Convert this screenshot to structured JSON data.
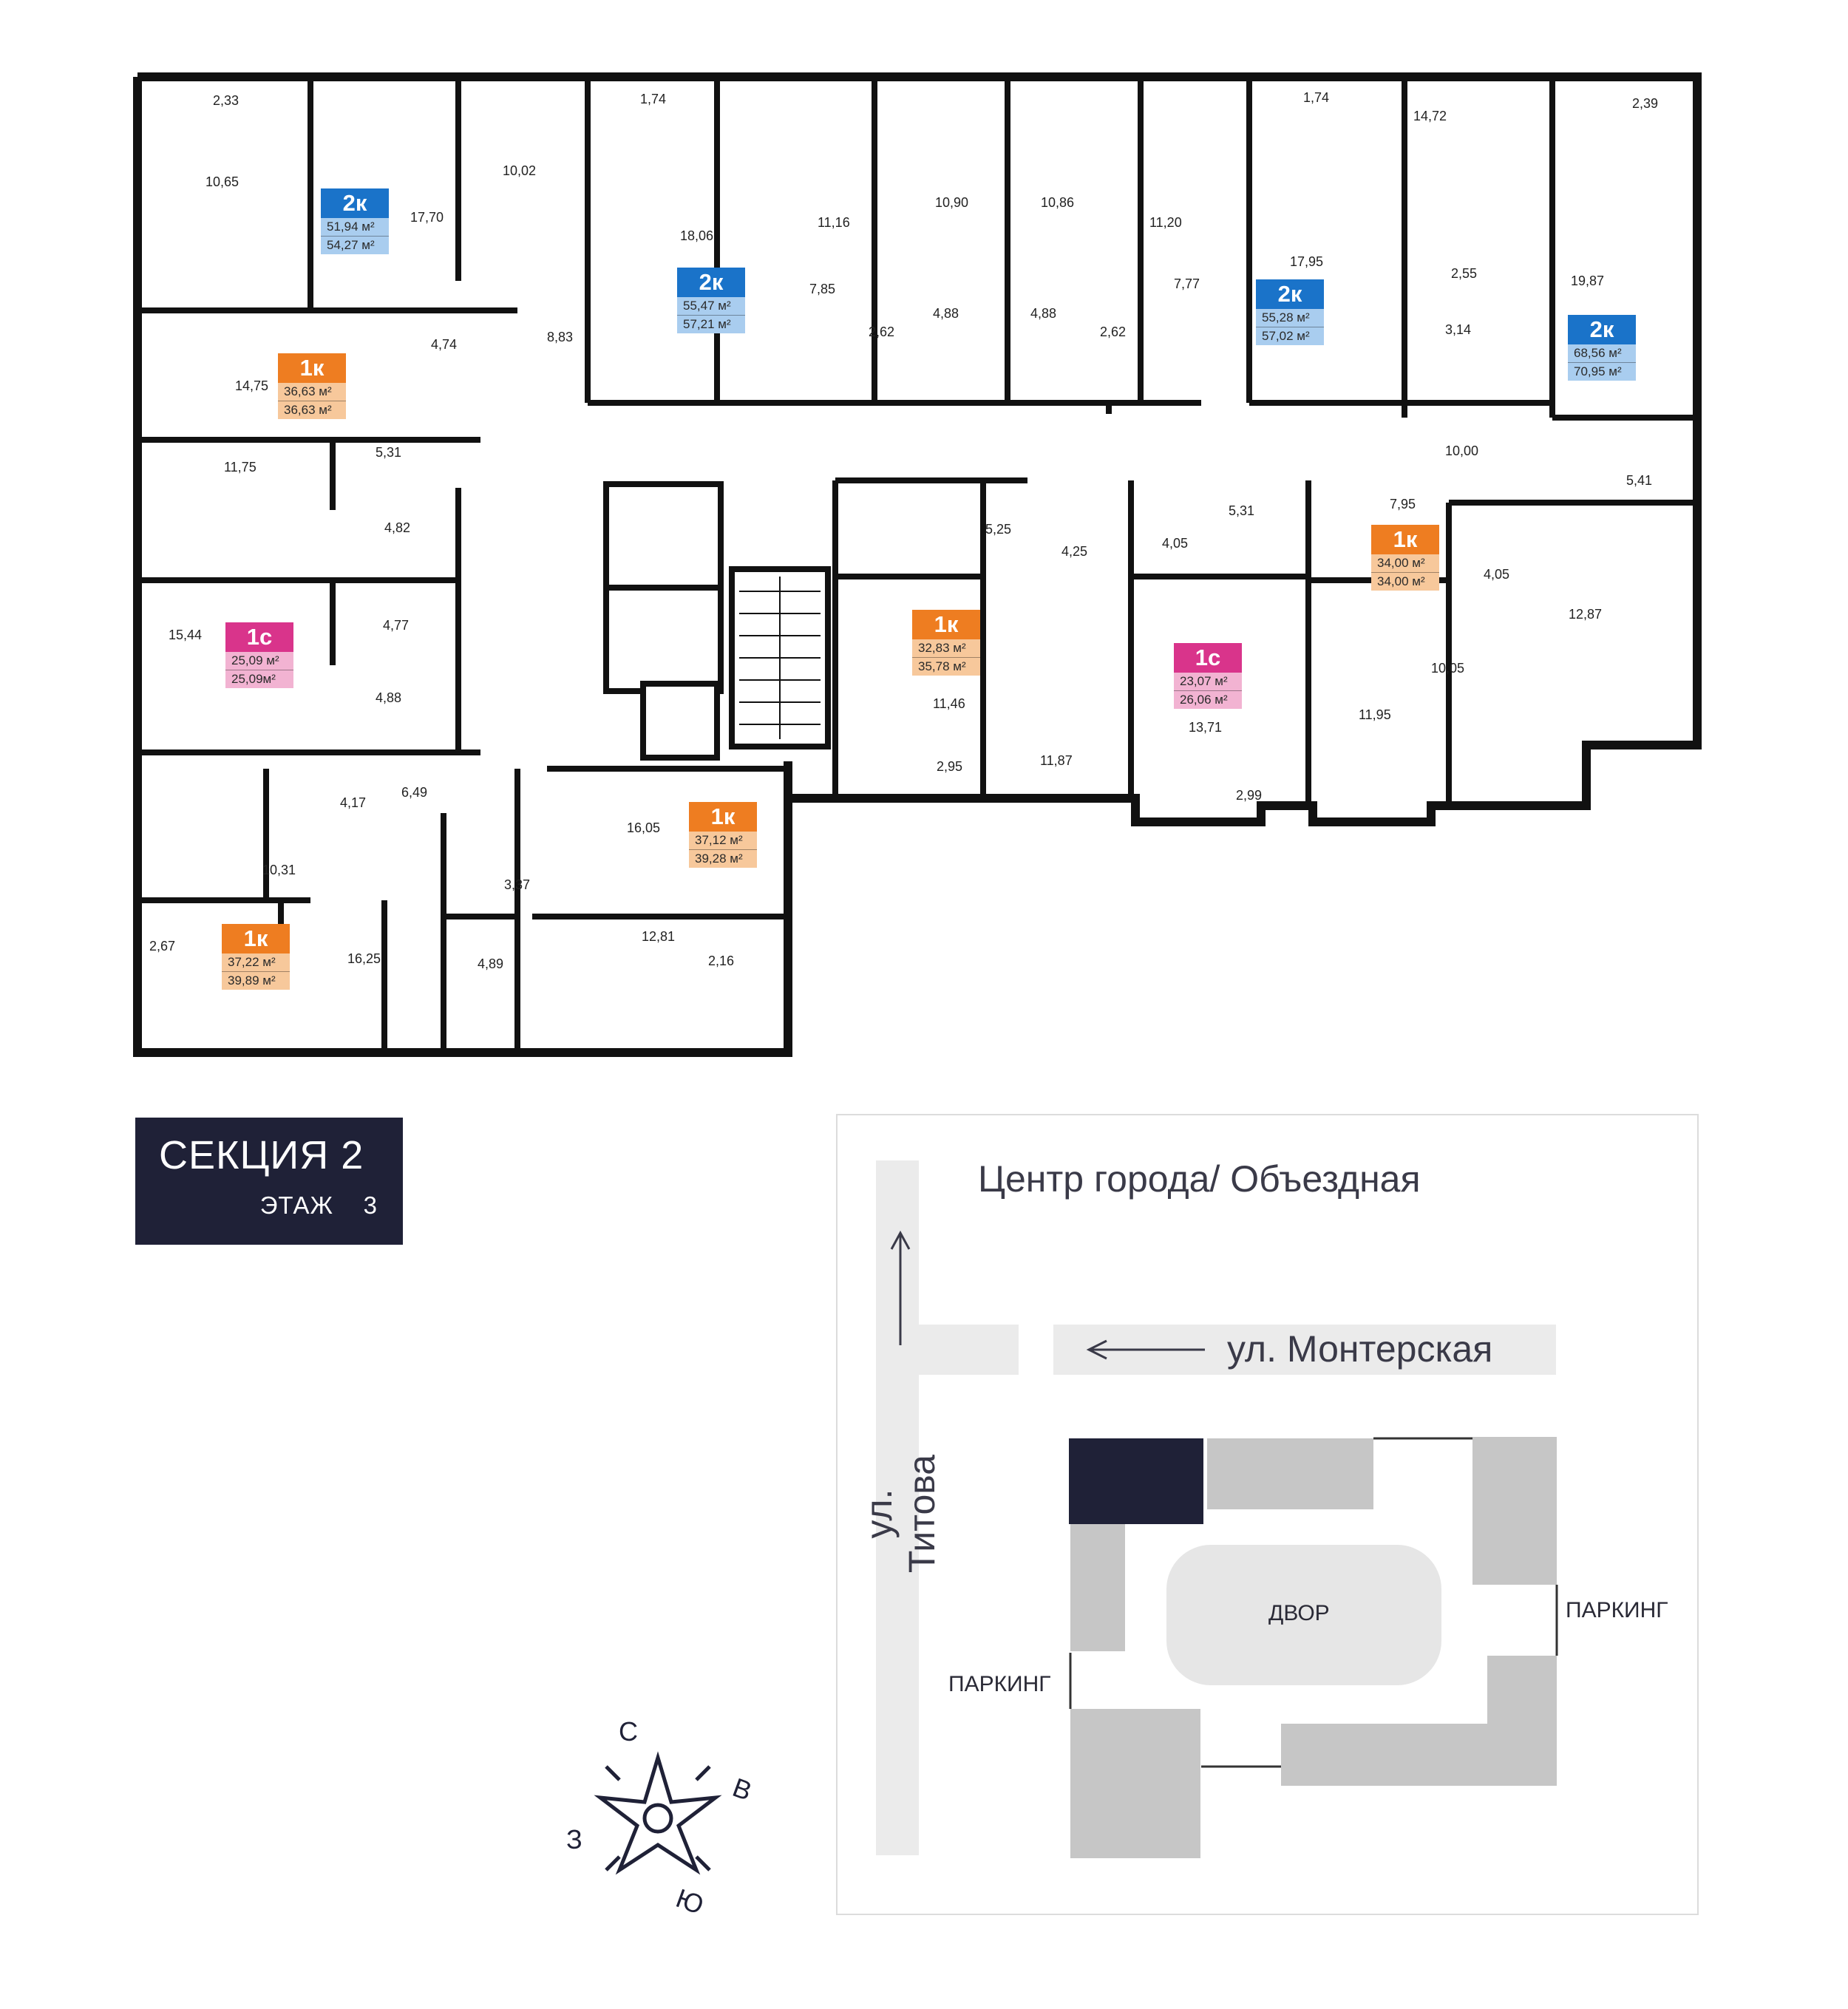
{
  "section": {
    "title": "СЕКЦИЯ 2",
    "floor_label": "ЭТАЖ",
    "floor_number": "3"
  },
  "colors": {
    "two_room": "#1a73c9",
    "two_room_bg": "#a9cdef",
    "one_room": "#ee7d21",
    "one_room_bg": "#f7c89b",
    "studio": "#d9348b",
    "studio_bg": "#f2b3d2",
    "section_bg": "#1f2137",
    "highlight_block": "#1f2137",
    "block_gray": "#c6c6c6",
    "yard": "#e6e6e6"
  },
  "flats": [
    {
      "type": "2к",
      "area": "51,94 м²",
      "total": "54,27 м²",
      "kind": "two_room"
    },
    {
      "type": "2к",
      "area": "55,47 м²",
      "total": "57,21 м²",
      "kind": "two_room"
    },
    {
      "type": "2к",
      "area": "55,28 м²",
      "total": "57,02 м²",
      "kind": "two_room"
    },
    {
      "type": "2к",
      "area": "68,56 м²",
      "total": "70,95 м²",
      "kind": "two_room"
    },
    {
      "type": "1к",
      "area": "36,63 м²",
      "total": "36,63 м²",
      "kind": "one_room"
    },
    {
      "type": "1с",
      "area": "25,09 м²",
      "total": "25,09м²",
      "kind": "studio"
    },
    {
      "type": "1к",
      "area": "37,22 м²",
      "total": "39,89 м²",
      "kind": "one_room"
    },
    {
      "type": "1к",
      "area": "37,12 м²",
      "total": "39,28 м²",
      "kind": "one_room"
    },
    {
      "type": "1к",
      "area": "32,83 м²",
      "total": "35,78 м²",
      "kind": "one_room"
    },
    {
      "type": "1с",
      "area": "23,07 м²",
      "total": "26,06 м²",
      "kind": "studio"
    },
    {
      "type": "1к",
      "area": "34,00 м²",
      "total": "34,00 м²",
      "kind": "one_room"
    }
  ],
  "rooms": [
    "2,33",
    "10,65",
    "17,70",
    "10,02",
    "8,83",
    "4,74",
    "14,75",
    "5,31",
    "11,75",
    "4,82",
    "15,44",
    "4,77",
    "4,88",
    "6,49",
    "4,17",
    "10,31",
    "2,67",
    "16,25",
    "3,37",
    "4,89",
    "16,05",
    "12,81",
    "2,16",
    "1,74",
    "18,06",
    "11,16",
    "7,85",
    "2,62",
    "4,88",
    "10,90",
    "10,86",
    "4,88",
    "2,62",
    "7,77",
    "11,20",
    "1,74",
    "17,95",
    "14,72",
    "2,55",
    "3,14",
    "2,39",
    "19,87",
    "10,00",
    "5,41",
    "12,87",
    "7,95",
    "4,05",
    "10,05",
    "11,95",
    "5,31",
    "4,05",
    "13,71",
    "2,99",
    "4,25",
    "5,25",
    "11,46",
    "2,95",
    "11,87"
  ],
  "site": {
    "direction": "Центр города/ Объездная",
    "street_h": "ул. Монтерская",
    "street_v": "ул. Титова",
    "yard": "ДВОР",
    "parking_right": "ПАРКИНГ",
    "parking_left": "ПАРКИНГ"
  },
  "compass": {
    "n": "С",
    "e": "В",
    "s": "Ю",
    "w": "З"
  }
}
